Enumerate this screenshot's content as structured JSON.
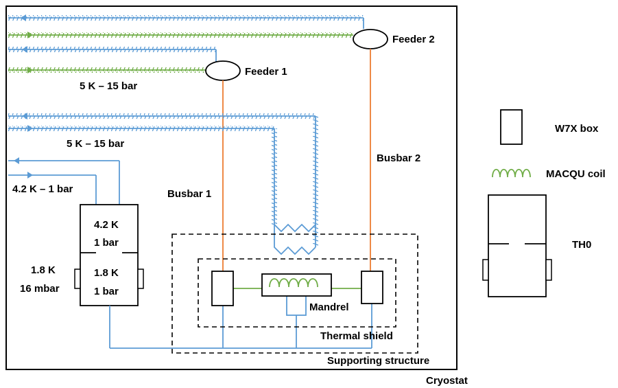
{
  "labels": {
    "feeder2": "Feeder 2",
    "feeder1": "Feeder 1",
    "line_5k_15bar_top": "5 K – 15 bar",
    "line_5k_15bar_mid": "5 K – 15 bar",
    "line_42k_1bar": "4.2 K – 1 bar",
    "busbar1": "Busbar 1",
    "busbar2": "Busbar 2",
    "box_42k": "4.2 K",
    "box_1bar_top": "1 bar",
    "box_18k": "1.8 K",
    "box_1bar_bottom": "1 bar",
    "left_18k": "1.8 K",
    "left_16mbar": "16 mbar",
    "mandrel": "Mandrel",
    "thermal_shield": "Thermal shield",
    "supporting_structure": "Supporting structure",
    "cryostat": "Cryostat"
  },
  "legend": {
    "w7x_box": "W7X box",
    "macqu_coil": "MACQU coil",
    "th0": "TH0"
  },
  "colors": {
    "helium_line": "#5b9bd5",
    "feed_line": "#70ad47",
    "busbar": "#ed7d31",
    "outline": "#000000"
  }
}
